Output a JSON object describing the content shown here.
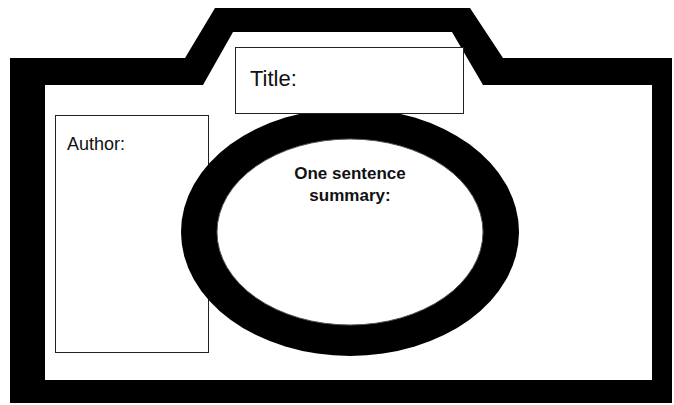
{
  "diagram": {
    "nodes": [
      {
        "text": [
          "Title:"
        ]
      },
      {
        "text": [
          "Author:"
        ]
      },
      {
        "text": [
          "One sentence summary:"
        ]
      }
    ]
  }
}
